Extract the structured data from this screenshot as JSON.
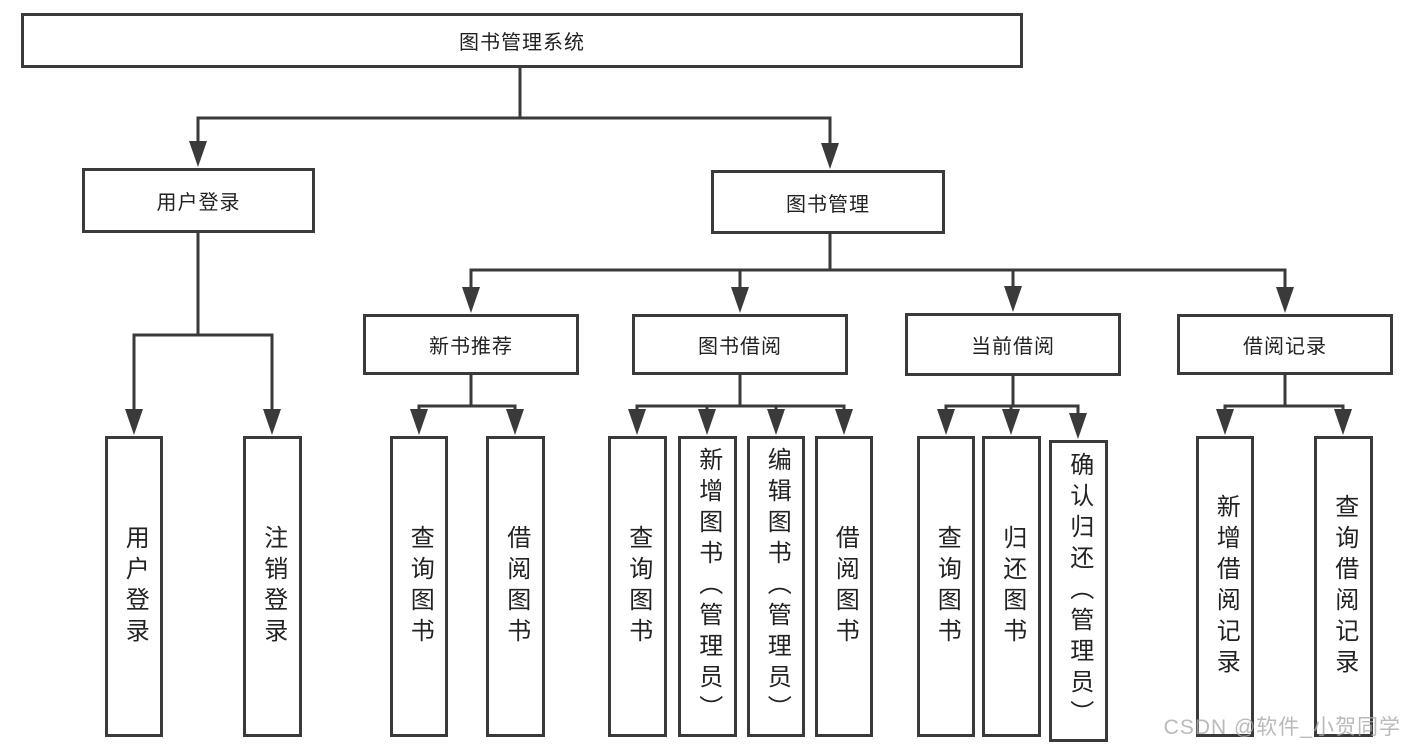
{
  "tree": {
    "root": {
      "label": "图书管理系统"
    },
    "branches": [
      {
        "label": "用户登录",
        "children": [
          {
            "label": "用户登录"
          },
          {
            "label": "注销登录"
          }
        ]
      },
      {
        "label": "图书管理",
        "children": [
          {
            "label": "新书推荐",
            "children": [
              {
                "label": "查询图书"
              },
              {
                "label": "借阅图书"
              }
            ]
          },
          {
            "label": "图书借阅",
            "children": [
              {
                "label": "查询图书"
              },
              {
                "label": "新增图书（管理员）"
              },
              {
                "label": "编辑图书（管理员）"
              },
              {
                "label": "借阅图书"
              }
            ]
          },
          {
            "label": "当前借阅",
            "children": [
              {
                "label": "查询图书"
              },
              {
                "label": "归还图书"
              },
              {
                "label": "确认归还（管理员）"
              }
            ]
          },
          {
            "label": "借阅记录",
            "children": [
              {
                "label": "新增借阅记录"
              },
              {
                "label": "查询借阅记录"
              }
            ]
          }
        ]
      }
    ]
  },
  "watermark": {
    "text": "CSDN @软件_小贺同学"
  },
  "colors": {
    "line": "#3a3a3a",
    "box_border": "#3a3a3a",
    "text": "#222222",
    "background": "#ffffff",
    "watermark": "#a9a9a9"
  }
}
